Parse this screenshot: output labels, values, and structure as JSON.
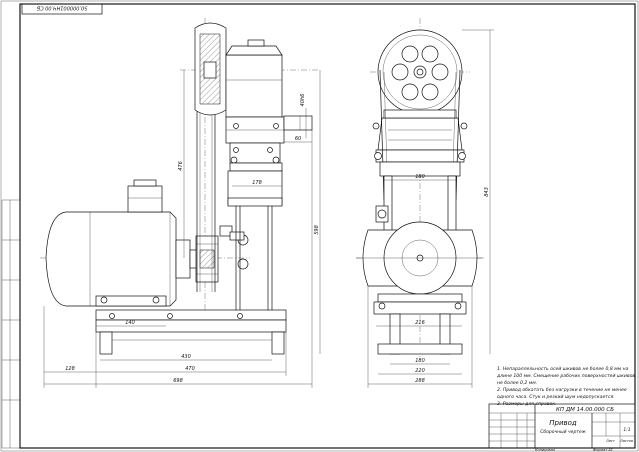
{
  "drawing_code_rotated": "50.000001НЧ.00 СБ",
  "front_view_dims": {
    "d140": "140",
    "d430": "430",
    "d470": "470",
    "d128": "128",
    "d698": "698",
    "d178": "178",
    "d476": "476",
    "d598": "598",
    "d60": "60",
    "d40h6": "40h6"
  },
  "side_view_dims": {
    "d180_top": "180",
    "d843": "843",
    "d216": "216",
    "d180_bottom": "180",
    "d220": "220",
    "d288": "288"
  },
  "notes": [
    "1. Непараллельность осей шкивов не более 0,8 мм на",
    "длине 100 мм. Смещение рабочих поверхностей шкивов",
    "не более 0,2 мм.",
    "2. Привод обкатать без нагрузки в течение не менее",
    "одного часа. Стук и резкий шум недопускается.",
    "3. Размеры для справок."
  ],
  "title_block": {
    "code": "КП ДМ 14.00.000 СБ",
    "name": "Привод",
    "subtitle": "Сборочный чертеж",
    "scale": "1:1",
    "sheet_label": "Лист",
    "sheets_label": "Листов 1",
    "copied": "Копировал",
    "format": "Формат А1"
  }
}
